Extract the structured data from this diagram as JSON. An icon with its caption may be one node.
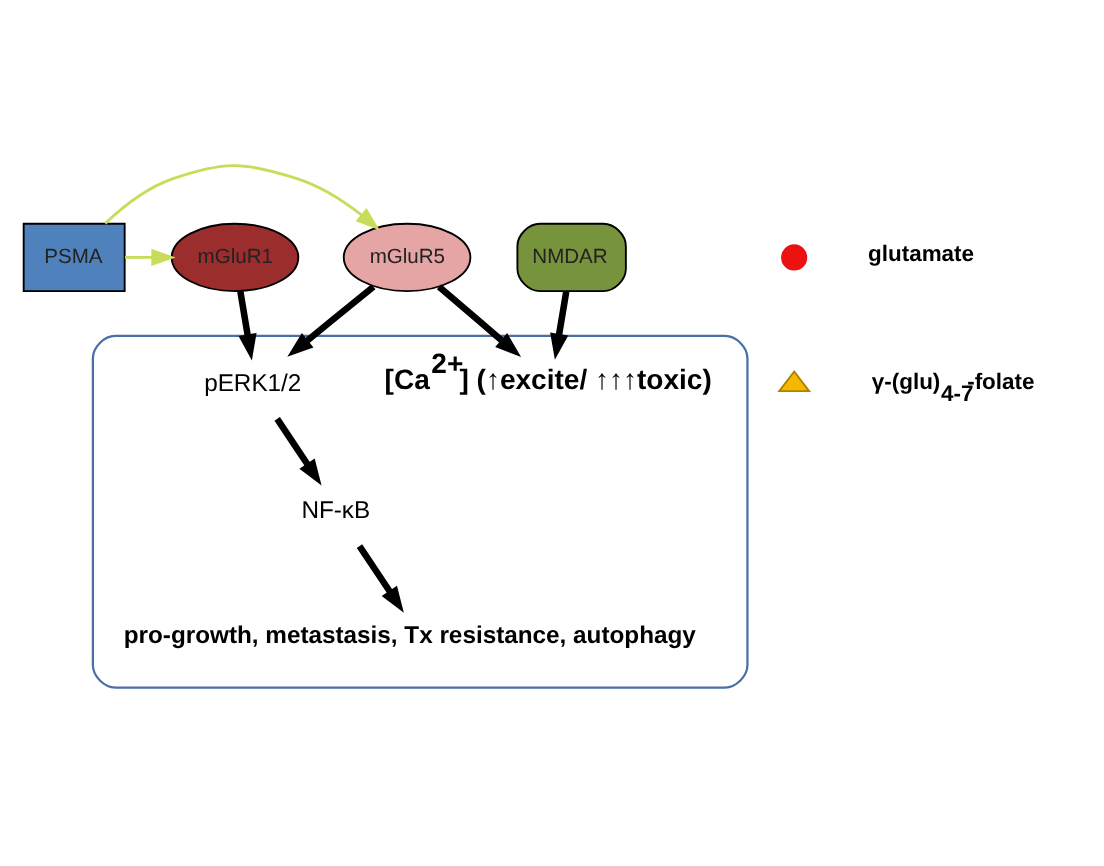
{
  "diagram": {
    "nodes": [
      {
        "text": [],
        "shape": "ellipse"
      },
      {
        "text": [
          "mGluR1"
        ]
      },
      {
        "text": [
          "PSMA"
        ]
      },
      {
        "text": [
          "mGluR5"
        ]
      },
      {
        "text": [
          "NMDAR"
        ]
      },
      {
        "text": [
          "pERK1/2"
        ],
        "in": 0
      },
      {
        "text": [
          "[Ca$^{2+}$] (↑excite/ ↑↑↑toxic)"
        ],
        "in": 0
      },
      {
        "text": [
          "NF-κB"
        ],
        "in": 0
      },
      {
        "text": [
          "pro-growth, metastasis, Tx resistance, autophagy"
        ],
        "in": 0
      }
    ],
    "edges": [
      {
        "from": 2,
        "to": 1,
        "arrow": "to",
        "color": "#c9dc5a"
      },
      {
        "from": 2,
        "to": 3,
        "arrow": "to",
        "color": "#c9dc5a"
      },
      {
        "from": 1,
        "to": 5,
        "arrow": "to"
      },
      {
        "from": 3,
        "to": 5,
        "arrow": "to"
      },
      {
        "from": 3,
        "to": 6,
        "arrow": "to"
      },
      {
        "from": 4,
        "to": 6,
        "arrow": "to"
      },
      {
        "from": 5,
        "to": 7,
        "arrow": "to"
      },
      {
        "from": 7,
        "to": 8,
        "arrow": "to"
      }
    ],
    "legend": [
      {
        "text": "glutamate"
      },
      {
        "text": "γ-(glu)$_{4-7}$-folate"
      }
    ]
  }
}
